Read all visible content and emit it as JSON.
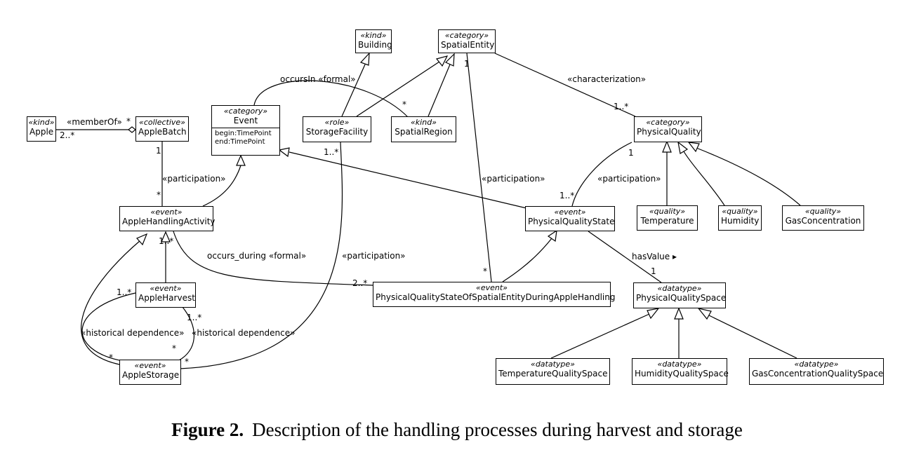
{
  "classes": {
    "apple": {
      "stereotype": "«kind»",
      "name": "Apple"
    },
    "apple_batch": {
      "stereotype": "«collective»",
      "name": "AppleBatch"
    },
    "building": {
      "stereotype": "«kind»",
      "name": "Building"
    },
    "spatial_entity": {
      "stereotype": "«category»",
      "name": "SpatialEntity"
    },
    "event": {
      "stereotype": "«category»",
      "name": "Event",
      "attr_begin": "begin:TimePoint",
      "attr_end": "end:TimePoint"
    },
    "storage_facility": {
      "stereotype": "«role»",
      "name": "StorageFacility"
    },
    "spatial_region": {
      "stereotype": "«kind»",
      "name": "SpatialRegion"
    },
    "physical_quality": {
      "stereotype": "«category»",
      "name": "PhysicalQuality"
    },
    "apple_handling_activity": {
      "stereotype": "«event»",
      "name": "AppleHandlingActivity"
    },
    "physical_quality_state": {
      "stereotype": "«event»",
      "name": "PhysicalQualityState"
    },
    "temperature": {
      "stereotype": "«quality»",
      "name": "Temperature"
    },
    "humidity": {
      "stereotype": "«quality»",
      "name": "Humidity"
    },
    "gas_concentration": {
      "stereotype": "«quality»",
      "name": "GasConcentration"
    },
    "apple_harvest": {
      "stereotype": "«event»",
      "name": "AppleHarvest"
    },
    "pqs_during_handling": {
      "stereotype": "«event»",
      "name": "PhysicalQualityStateOfSpatialEntityDuringAppleHandling"
    },
    "physical_quality_space": {
      "stereotype": "«datatype»",
      "name": "PhysicalQualitySpace"
    },
    "apple_storage": {
      "stereotype": "«event»",
      "name": "AppleStorage"
    },
    "temperature_quality_space": {
      "stereotype": "«datatype»",
      "name": "TemperatureQualitySpace"
    },
    "humidity_quality_space": {
      "stereotype": "«datatype»",
      "name": "HumidityQualitySpace"
    },
    "gas_concentration_quality_space": {
      "stereotype": "«datatype»",
      "name": "GasConcentrationQualitySpace"
    }
  },
  "labels": {
    "member_of": "«memberOf»",
    "occurs_in": "occursIn «formal»",
    "characterization": "«characterization»",
    "participation": "«participation»",
    "occurs_during": "occurs_during «formal»",
    "historical_dependence": "«historical dependence»",
    "has_value": "hasValue ▸"
  },
  "multiplicities": {
    "star": "*",
    "two_many": "2..*",
    "one": "1",
    "one_many": "1..*"
  },
  "caption": {
    "number": "Figure 2.",
    "text": "Description of the handling processes during harvest and storage"
  }
}
